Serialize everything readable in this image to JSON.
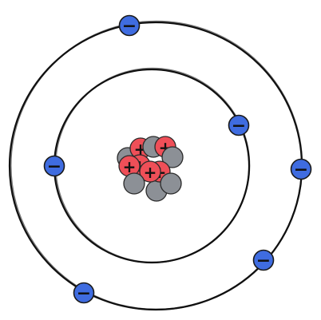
{
  "diagram": {
    "nucleus": {
      "proton_symbol": "+",
      "proton_count": 6,
      "neutron_count": 6,
      "proton_color": "#ef4f58",
      "neutron_color": "#8c9096"
    },
    "shells": [
      {
        "name": "inner-shell",
        "electron_count": 2
      },
      {
        "name": "outer-shell",
        "electron_count": 4
      }
    ],
    "electron": {
      "symbol": "−",
      "color": "#3f6ce0"
    },
    "outline_color": "#111111"
  }
}
